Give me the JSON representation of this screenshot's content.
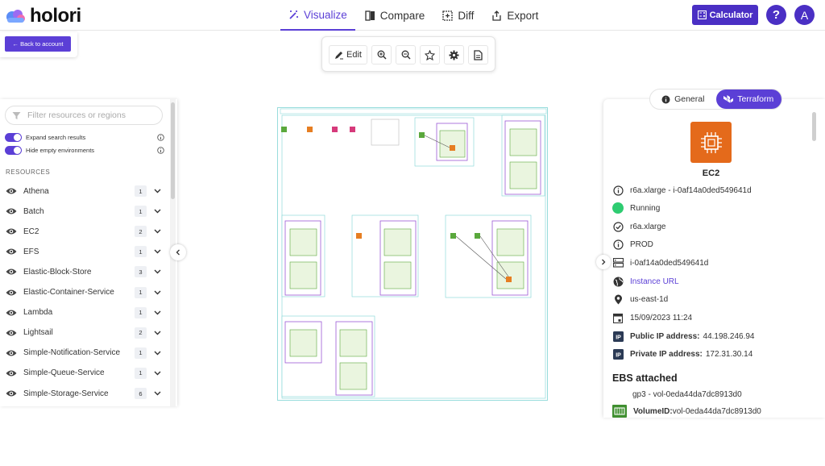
{
  "app": {
    "name": "holori"
  },
  "nav": {
    "visualize": "Visualize",
    "compare": "Compare",
    "diff": "Diff",
    "export": "Export"
  },
  "header": {
    "calculator": "Calculator",
    "help": "?",
    "avatar": "A"
  },
  "back_button": "← Back to account",
  "toolbar": {
    "edit": "Edit"
  },
  "left_panel": {
    "filter_placeholder": "Filter resources or regions",
    "expand_search": "Expand search results",
    "hide_empty": "Hide empty environments",
    "resources_title": "RESOURCES",
    "resources": [
      {
        "label": "Athena",
        "count": "1"
      },
      {
        "label": "Batch",
        "count": "1"
      },
      {
        "label": "EC2",
        "count": "2"
      },
      {
        "label": "EFS",
        "count": "1"
      },
      {
        "label": "Elastic-Block-Store",
        "count": "3"
      },
      {
        "label": "Elastic-Container-Service",
        "count": "1"
      },
      {
        "label": "Lambda",
        "count": "1"
      },
      {
        "label": "Lightsail",
        "count": "2"
      },
      {
        "label": "Simple-Notification-Service",
        "count": "1"
      },
      {
        "label": "Simple-Queue-Service",
        "count": "1"
      },
      {
        "label": "Simple-Storage-Service",
        "count": "6"
      }
    ]
  },
  "right_panel": {
    "tab_general": "General",
    "tab_terraform": "Terraform",
    "resource_name": "EC2",
    "details": {
      "instance_desc": "r6a.xlarge - i-0af14a0ded549641d",
      "state": "Running",
      "type": "r6a.xlarge",
      "env": "PROD",
      "instance_id": "i-0af14a0ded549641d",
      "instance_url": "Instance URL",
      "region": "us-east-1d",
      "date": "15/09/2023 11:24",
      "public_ip_label": "Public IP address:",
      "public_ip": "44.198.246.94",
      "private_ip_label": "Private IP address:",
      "private_ip": "172.31.30.14"
    },
    "ebs_title": "EBS attached",
    "ebs_volume": "gp3 - vol-0eda44da7dc8913d0",
    "ebs_volume_id_label": "VolumeID:",
    "ebs_volume_id": "vol-0eda44da7dc8913d0"
  },
  "colors": {
    "accent": "#5b3fd6",
    "accent_dark": "#4a2fc4",
    "running": "#2ecc71",
    "ec2_orange": "#e46a1b",
    "diagram_teal": "#7fd4d4",
    "diagram_purple": "#9b59d6"
  }
}
